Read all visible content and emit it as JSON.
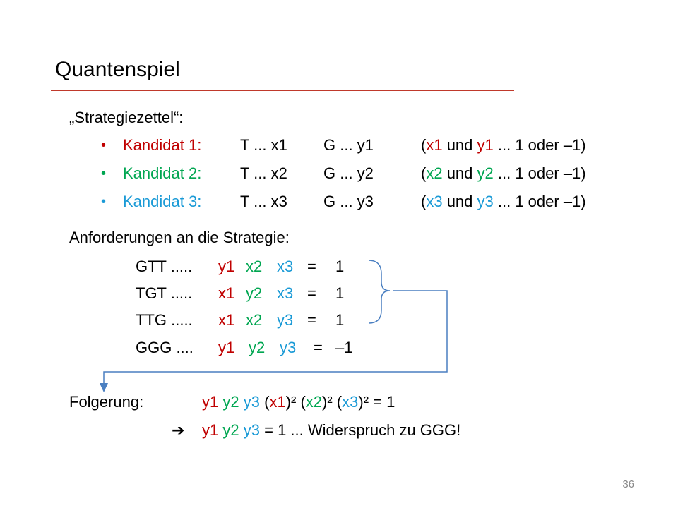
{
  "title": "Quantenspiel",
  "intro": "„Strategiezettel“:",
  "candidates": [
    {
      "label": "Kandidat 1:",
      "t": "T ... x1",
      "g": "G ... y1",
      "pre": "(",
      "xv": "x1",
      "und": " und ",
      "yv": "y1",
      "post": " ... 1 oder –1)",
      "color": "#c00000"
    },
    {
      "label": "Kandidat 2:",
      "t": "T ... x2",
      "g": "G ... y2",
      "pre": "(",
      "xv": "x2",
      "und": " und ",
      "yv": "y2",
      "post": " ... 1 oder –1)",
      "color": "#00a651"
    },
    {
      "label": "Kandidat 3:",
      "t": "T ... x3",
      "g": "G ... y3",
      "pre": "(",
      "xv": "x3",
      "und": " und ",
      "yv": "y3",
      "post": " ... 1 oder –1)",
      "color": "#1a9ad6"
    }
  ],
  "requirements_title": "Anforderungen an die Strategie:",
  "requirements": [
    {
      "code": "GTT .....",
      "a": "y1",
      "b": "x2",
      "c": "x3",
      "eq": "=",
      "val": "1"
    },
    {
      "code": "TGT .....",
      "a": "x1",
      "b": "y2",
      "c": "x3",
      "eq": "=",
      "val": "1"
    },
    {
      "code": "TTG .....",
      "a": "x1",
      "b": "x2",
      "c": "y3",
      "eq": "=",
      "val": "1"
    },
    {
      "code": "GGG ....",
      "a": "y1",
      "b": "y2",
      "c": "y3",
      "eq": "=",
      "val": "–1"
    }
  ],
  "conclusion": {
    "label": "Folgerung:",
    "line1": {
      "y1": "y1",
      "y2": "y2",
      "y3": "y3",
      "o1": " (",
      "x1": "x1",
      "c1": ")² (",
      "x2": "x2",
      "c2": ")² (",
      "x3": "x3",
      "c3": ")² = 1"
    },
    "arrow": "➔",
    "line2": {
      "y1": "y1",
      "y2": "y2",
      "y3": "y3",
      "rest": " = 1 ... Widerspruch zu GGG!"
    }
  },
  "page_number": "36",
  "colors": {
    "red": "#c00000",
    "green": "#00a651",
    "blue": "#1a9ad6",
    "rule": "#c0392b",
    "connector": "#4a7fc1"
  }
}
